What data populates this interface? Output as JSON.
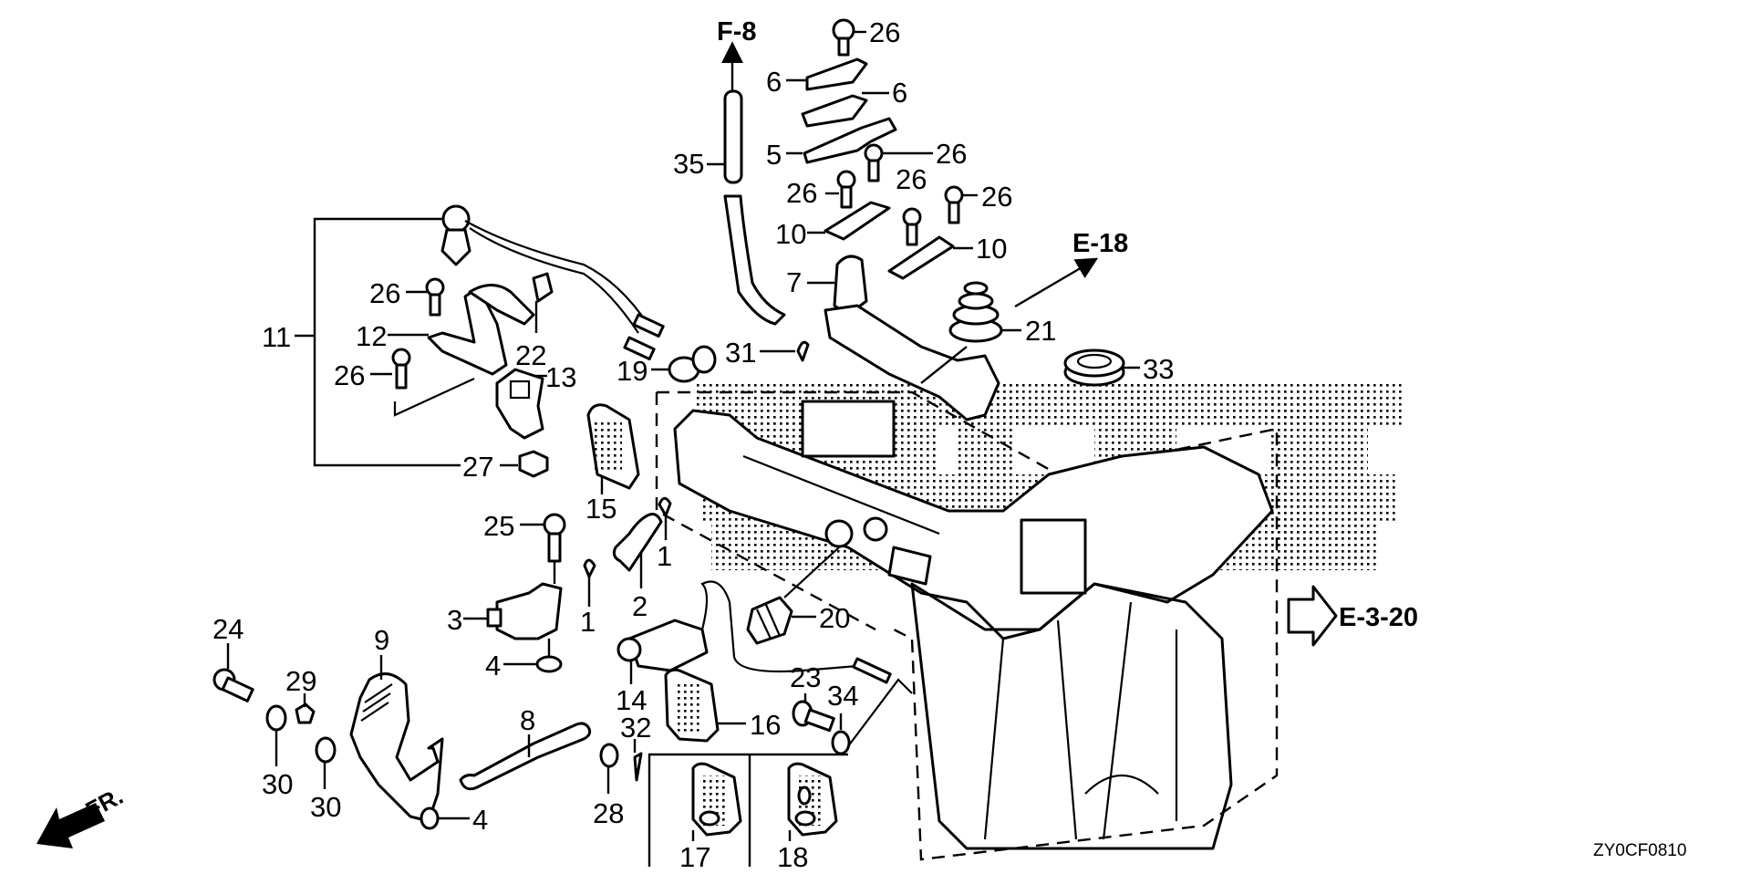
{
  "diagram": {
    "title": "Outboard motor oil case / under case parts",
    "drawing_code": "ZY0CF0810",
    "front_indicator": "FR.",
    "references": [
      {
        "id": "ref-f8",
        "label": "F-8"
      },
      {
        "id": "ref-e18",
        "label": "E-18"
      },
      {
        "id": "ref-e320",
        "label": "E-3-20"
      }
    ],
    "callouts": {
      "c1a": "1",
      "c1b": "1",
      "c2": "2",
      "c3": "3",
      "c4a": "4",
      "c4b": "4",
      "c5": "5",
      "c6a": "6",
      "c6b": "6",
      "c7": "7",
      "c8": "8",
      "c9": "9",
      "c10a": "10",
      "c10b": "10",
      "c11": "11",
      "c12": "12",
      "c13": "13",
      "c14": "14",
      "c15": "15",
      "c16": "16",
      "c17": "17",
      "c18": "18",
      "c19": "19",
      "c20": "20",
      "c21": "21",
      "c22": "22",
      "c23": "23",
      "c24": "24",
      "c25": "25",
      "c26a": "26",
      "c26b": "26",
      "c26c": "26",
      "c26d": "26",
      "c26e": "26",
      "c26f": "26",
      "c26g": "26",
      "c27": "27",
      "c28": "28",
      "c29": "29",
      "c30a": "30",
      "c30b": "30",
      "c31": "31",
      "c32": "32",
      "c33": "33",
      "c34": "34",
      "c35": "35"
    }
  }
}
